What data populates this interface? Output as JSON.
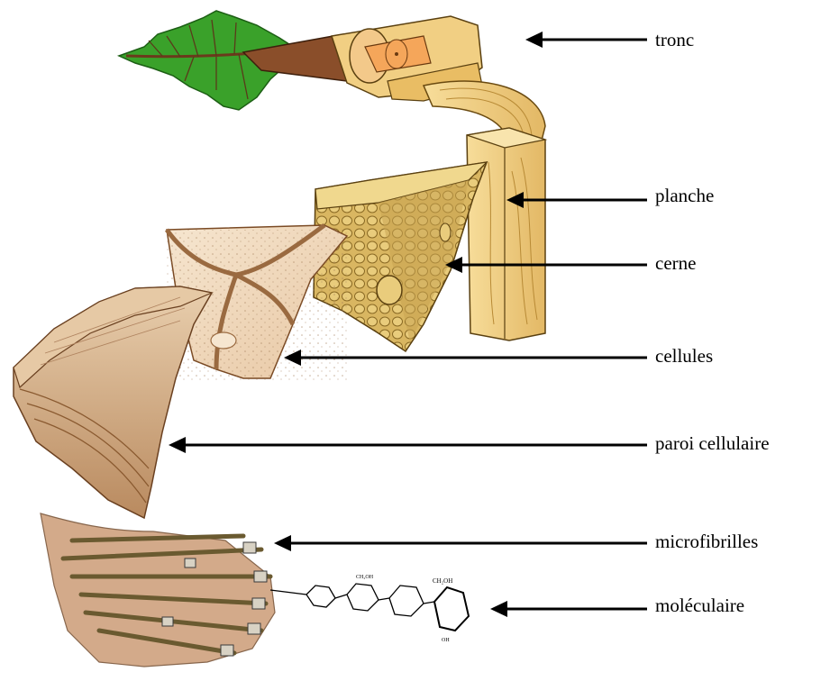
{
  "labels": {
    "tronc": "tronc",
    "planche": "planche",
    "cerne": "cerne",
    "cellules": "cellules",
    "paroi": "paroi cellulaire",
    "microfibrilles": "microfibrilles",
    "moleculaire": "moléculaire"
  },
  "colors": {
    "leaf": "#3aa12a",
    "trunk": "#8a4e2a",
    "wood": "#f1cf83",
    "wood_dark": "#c89b4c",
    "cell": "#f3dcbf",
    "wall": "#c59a73",
    "fibril": "#7c6a3c",
    "arrow": "#000000"
  }
}
